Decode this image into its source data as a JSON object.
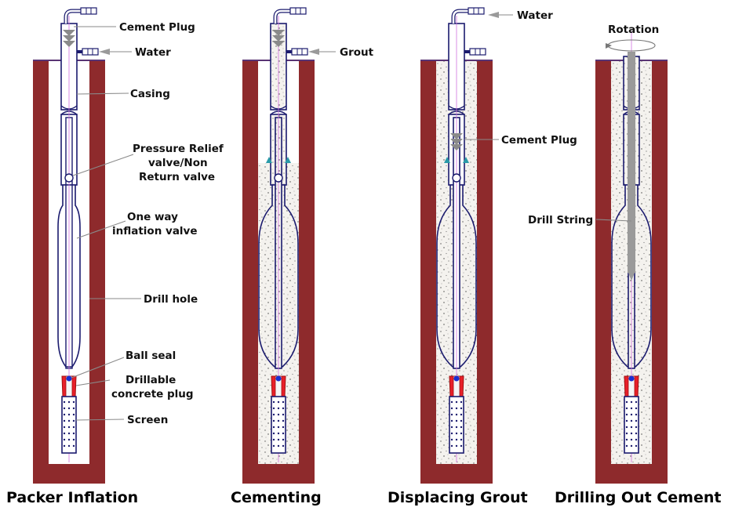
{
  "labels": {
    "cement_plug": "Cement Plug",
    "water": "Water",
    "casing": "Casing",
    "pressure_relief_1": "Pressure Relief",
    "pressure_relief_2": "valve/Non",
    "pressure_relief_3": "Return valve",
    "inflation_valve_1": "One way",
    "inflation_valve_2": "inflation valve",
    "drill_hole": "Drill hole",
    "ball_seal": "Ball seal",
    "concrete_plug_1": "Drillable",
    "concrete_plug_2": "concrete plug",
    "screen": "Screen",
    "grout": "Grout",
    "water_3": "Water",
    "cement_plug_3": "Cement Plug",
    "rotation": "Rotation",
    "drill_string": "Drill String"
  },
  "panels": [
    {
      "title": "Packer Inflation"
    },
    {
      "title": "Cementing"
    },
    {
      "title": "Displacing Grout"
    },
    {
      "title": "Drilling Out Cement"
    }
  ],
  "colors": {
    "hole_wall": "#8e2a2c",
    "pipe_outline": "#1b1b6e",
    "plug_red": "#e8202a",
    "ball_blue": "#1a2fd0",
    "drill_string": "#9a9a9a"
  }
}
